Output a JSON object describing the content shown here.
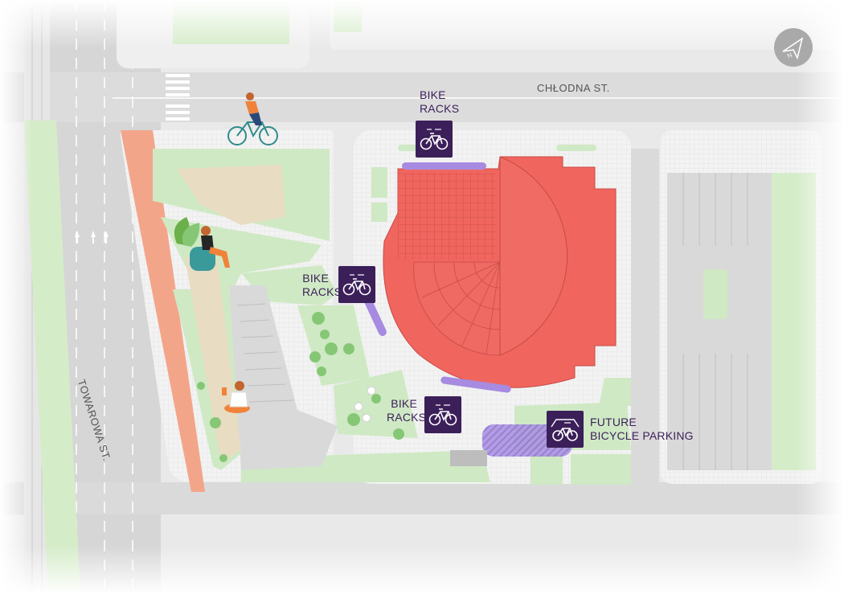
{
  "streets": {
    "north": "CHŁODNA ST.",
    "west": "TOWAROWA ST."
  },
  "markers": [
    {
      "id": "north",
      "label_line1": "BIKE",
      "label_line2": "RACKS",
      "icon": "bicycle-icon"
    },
    {
      "id": "west",
      "label_line1": "BIKE",
      "label_line2": "RACKS",
      "icon": "bicycle-icon"
    },
    {
      "id": "south",
      "label_line1": "BIKE",
      "label_line2": "RACKS",
      "icon": "bicycle-icon"
    },
    {
      "id": "future",
      "label_line1": "FUTURE",
      "label_line2": "BICYCLE PARKING",
      "icon": "covered-bicycle-icon"
    }
  ],
  "compass": {
    "icon": "north-arrow-icon",
    "letter": "N"
  },
  "colors": {
    "building": "#f0665f",
    "green": "#cfe9c4",
    "marker": "#3b1f59",
    "rack_zone": "#9b7fd9",
    "bike_lane": "#f3a58a",
    "road": "#d8d8d8"
  }
}
